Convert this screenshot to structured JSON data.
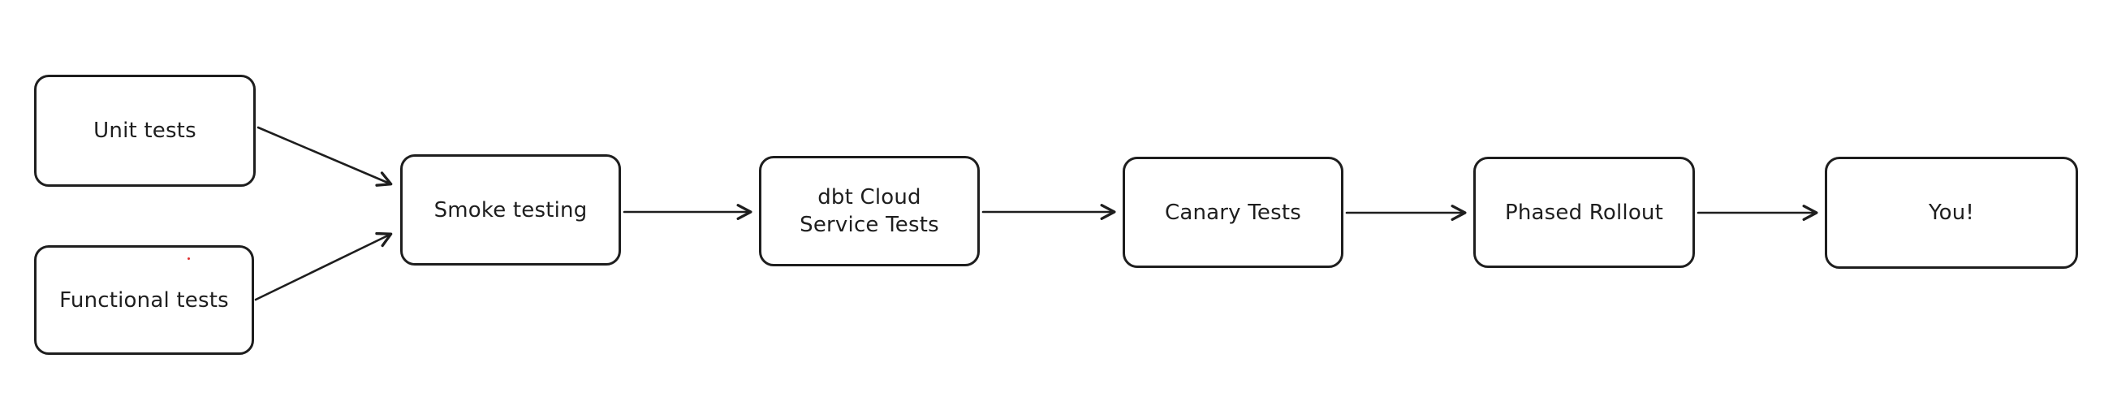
{
  "diagram": {
    "type": "flowchart",
    "background_color": "#ffffff",
    "stroke_color": "#1e1e1e",
    "node_fill_color": "#ffffff",
    "nodes": [
      {
        "id": "unit-tests",
        "label": "Unit tests"
      },
      {
        "id": "functional-tests",
        "label": "Functional tests"
      },
      {
        "id": "smoke-testing",
        "label": "Smoke testing"
      },
      {
        "id": "dbt-cloud-service-tests",
        "label": "dbt Cloud Service Tests",
        "label_line1": "dbt Cloud",
        "label_line2": "Service Tests"
      },
      {
        "id": "canary-tests",
        "label": "Canary Tests"
      },
      {
        "id": "phased-rollout",
        "label": "Phased Rollout"
      },
      {
        "id": "you",
        "label": "You!"
      }
    ],
    "edges": [
      {
        "from": "unit-tests",
        "to": "smoke-testing"
      },
      {
        "from": "functional-tests",
        "to": "smoke-testing"
      },
      {
        "from": "smoke-testing",
        "to": "dbt-cloud-service-tests"
      },
      {
        "from": "dbt-cloud-service-tests",
        "to": "canary-tests"
      },
      {
        "from": "canary-tests",
        "to": "phased-rollout"
      },
      {
        "from": "phased-rollout",
        "to": "you"
      }
    ]
  }
}
